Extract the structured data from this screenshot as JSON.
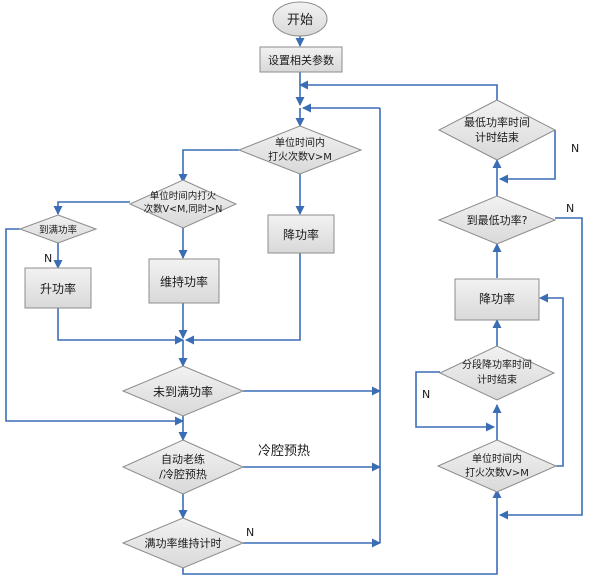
{
  "diagram": {
    "nodes": {
      "start": "开始",
      "set_params": "设置相关参数",
      "cond_top_line1": "单位时间内",
      "cond_top_line2": "打火次数V>M",
      "cond_mid_line1": "单位时间内打火",
      "cond_mid_line2": "次数V<M,同时>N",
      "reduce_power_left": "降功率",
      "to_full_power": "到满功率",
      "raise_power": "升功率",
      "maintain_power": "维持功率",
      "not_full_power": "未到满功率",
      "auto_aging_line1": "自动老练",
      "auto_aging_line2": "/冷腔预热",
      "cold_cavity_label": "冷腔预热",
      "full_power_timer": "满功率维持计时",
      "min_power_timer_line1": "最低功率时间",
      "min_power_timer_line2": "计时结束",
      "to_min_power": "到最低功率?",
      "reduce_power_right": "降功率",
      "segment_timer_line1": "分段降功率时间",
      "segment_timer_line2": "计时结束",
      "cond_right_line1": "单位时间内",
      "cond_right_line2": "打火次数V>M"
    },
    "edge_labels": {
      "n_to_full": "N",
      "n_full_timer": "N",
      "n_min_timer": "N",
      "n_to_min": "N",
      "n_segment": "N"
    },
    "colors": {
      "line": "#3b6db5",
      "box_fill": "#e6e6e6",
      "box_stroke": "#8c8c8c",
      "text": "#1a1a1a"
    }
  }
}
